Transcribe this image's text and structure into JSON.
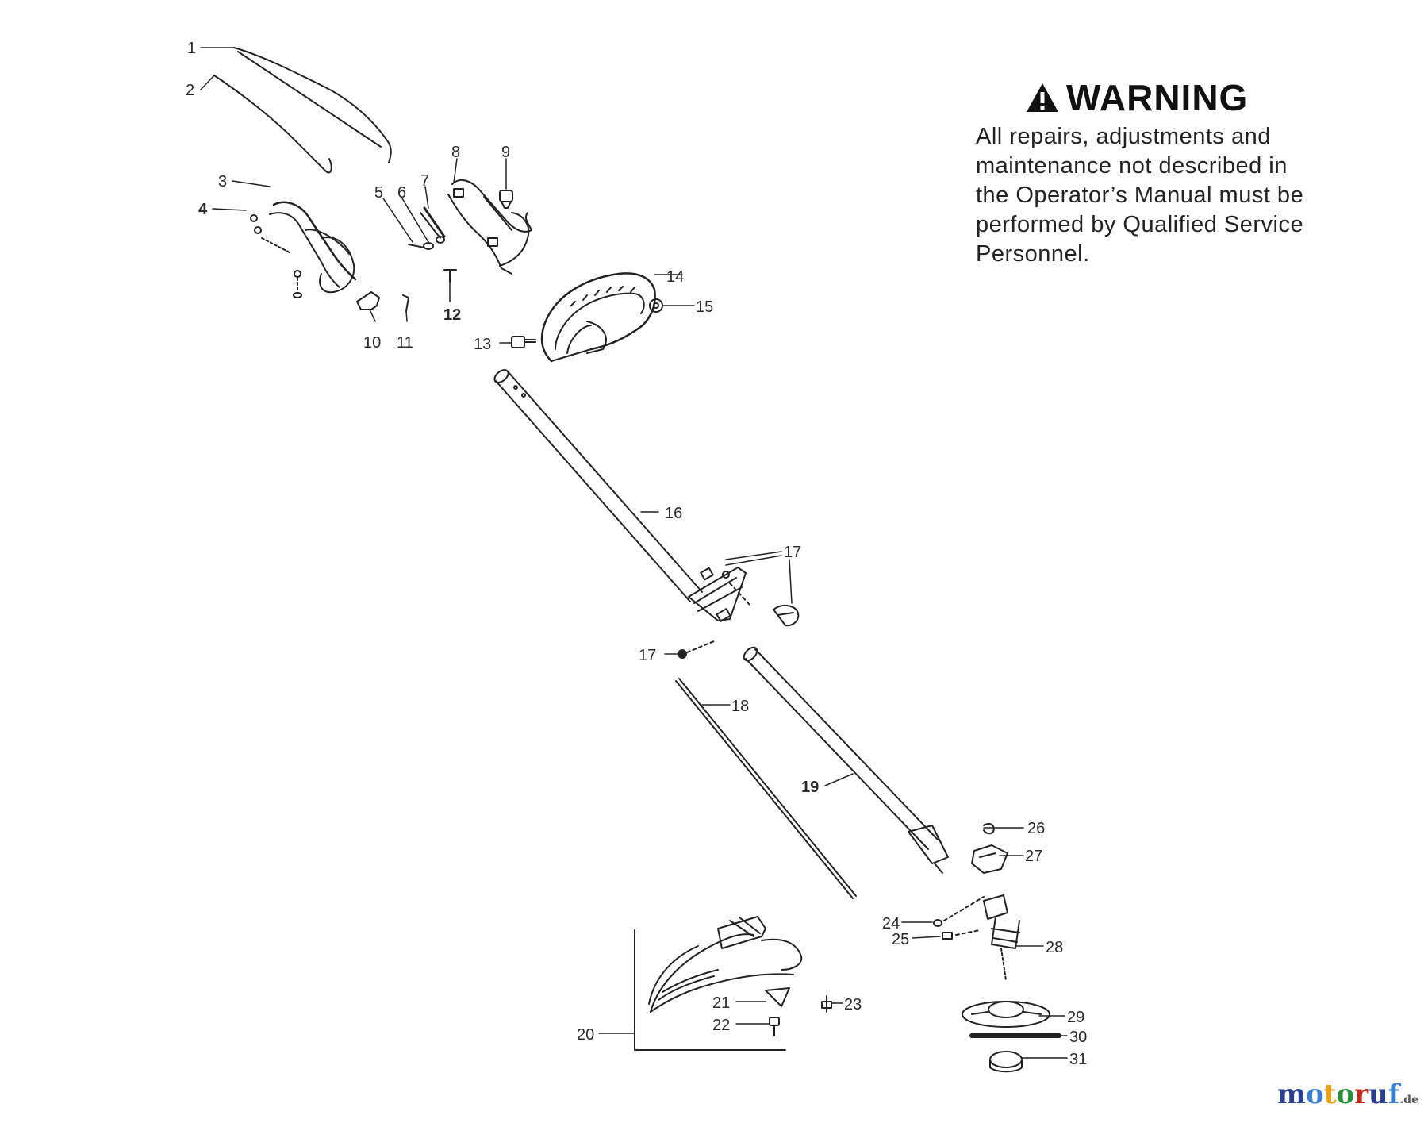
{
  "warning": {
    "title": "WARNING",
    "icon": "warning-triangle-icon",
    "text": "All repairs, adjustments and\nmaintenance not described in\nthe Operator’s Manual must be\nperformed by Qualified Service\nPersonnel."
  },
  "callouts": [
    "1",
    "2",
    "3",
    "4",
    "5",
    "6",
    "7",
    "8",
    "9",
    "10",
    "11",
    "12",
    "13",
    "14",
    "15",
    "16",
    "17",
    "17",
    "18",
    "19",
    "20",
    "21",
    "22",
    "23",
    "24",
    "25",
    "26",
    "27",
    "28",
    "29",
    "30",
    "31"
  ],
  "watermark": {
    "letters": [
      "m",
      "o",
      "t",
      "o",
      "r",
      "u",
      "f"
    ],
    "suffix": ".de",
    "colors": [
      "#2a3f8f",
      "#3a7fd0",
      "#e8a010",
      "#2a8f3a",
      "#c8281e",
      "#2a3f8f",
      "#3a7fd0"
    ]
  }
}
